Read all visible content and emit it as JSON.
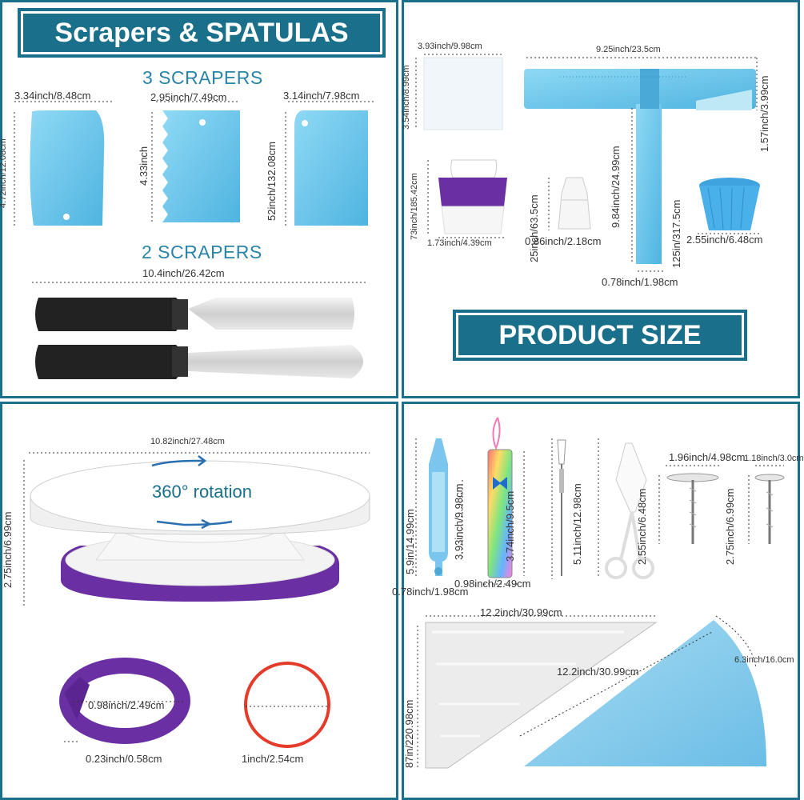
{
  "colors": {
    "frame": "#1a6f8a",
    "scraper": "#5bc0e8",
    "purple": "#6a2fa3",
    "red": "#e53b2a"
  },
  "tl": {
    "title": "Scrapers & SPATULAS",
    "sub1": "3 SCRAPERS",
    "sub2": "2 SCRAPERS",
    "d_scraper1_w": "3.34inch/8.48cm",
    "d_scraper1_h": "4.72inch/12.08cm",
    "d_scraper2_w": "2.95inch/7.49cm",
    "d_scraper2_h": "4.33inch",
    "d_scraper3_w": "3.14inch/7.98cm",
    "d_scraper3_h": "52inch/132.08cm",
    "d_spatula": "10.4inch/26.42cm"
  },
  "tr": {
    "banner": "PRODUCT SIZE",
    "d_square_w": "3.93inch/9.98cm",
    "d_square_h": "3.54inch/8.99cm",
    "d_ruler_w": "9.25inch/23.5cm",
    "d_ruler_h": "1.57inch/3.99cm",
    "d_ruler_long": "9.84inch/24.99cm",
    "d_ruler_long2": "125in/317.5cm",
    "d_ruler_foot": "0.78inch/1.98cm",
    "d_coupler_big_h": "73inch/185.42cm",
    "d_coupler_big_w": "1.73inch/4.39cm",
    "d_coupler_small_h": "25inch/63.5cm",
    "d_coupler_small_w": "0.86inch/2.18cm",
    "d_cup": "2.55inch/6.48cm"
  },
  "bl": {
    "d_turntable_w": "10.82inch/27.48cm",
    "d_turntable_h": "2.75inch/6.99cm",
    "rotation": "360° rotation",
    "d_clip_w": "0.98inch/2.49cm",
    "d_clip_t": "0.23inch/0.58cm",
    "d_band": "1inch/2.54cm"
  },
  "br": {
    "d_bottle_h": "5.9in/14.99cm",
    "d_bottle_w": "0.78inch/1.98cm",
    "d_bottle_h2": "3.93inch/9.98cm",
    "d_tube_w": "0.98inch/2.49cm",
    "d_tube_h": "3.74inch/9.5cm",
    "d_brush_h": "5.11inch/12.98cm",
    "d_scissor_h": "2.55inch/6.48cm",
    "d_nail_big_w": "1.96inch/4.98cm",
    "d_nail_big_h": "2.75inch/6.99cm",
    "d_nail_small_w": "1.18inch/3.0cm",
    "d_bag_top": "12.2inch/30.99cm",
    "d_bag_side": "12.2inch/30.99cm",
    "d_bag_h": "87in/220.98cm",
    "d_bag_tip": "6.3inch/16.0cm"
  }
}
